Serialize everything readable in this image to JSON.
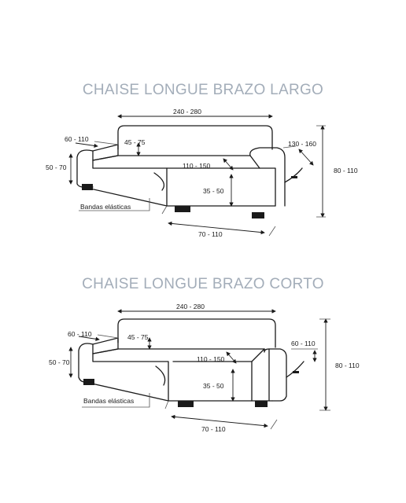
{
  "diagrams": [
    {
      "title": "CHAISE LONGUE BRAZO LARGO",
      "labels": {
        "width_total": "240 - 280",
        "arm_width": "60 - 110",
        "seat_depth": "45 - 75",
        "arm_height": "50 - 70",
        "chaise_length": "110 - 150",
        "chaise_arm": "130 - 160",
        "total_height": "80 - 110",
        "seat_height": "35 - 50",
        "chaise_width": "70 - 110",
        "elastic": "Bandas elásticas"
      }
    },
    {
      "title": "CHAISE LONGUE BRAZO CORTO",
      "labels": {
        "width_total": "240 - 280",
        "arm_width": "60 - 110",
        "seat_depth": "45 - 75",
        "arm_height": "50 - 70",
        "chaise_length": "110 - 150",
        "chaise_arm": "60 - 110",
        "total_height": "80 - 110",
        "seat_height": "35 - 50",
        "chaise_width": "70 - 110",
        "elastic": "Bandas elásticas"
      }
    }
  ]
}
